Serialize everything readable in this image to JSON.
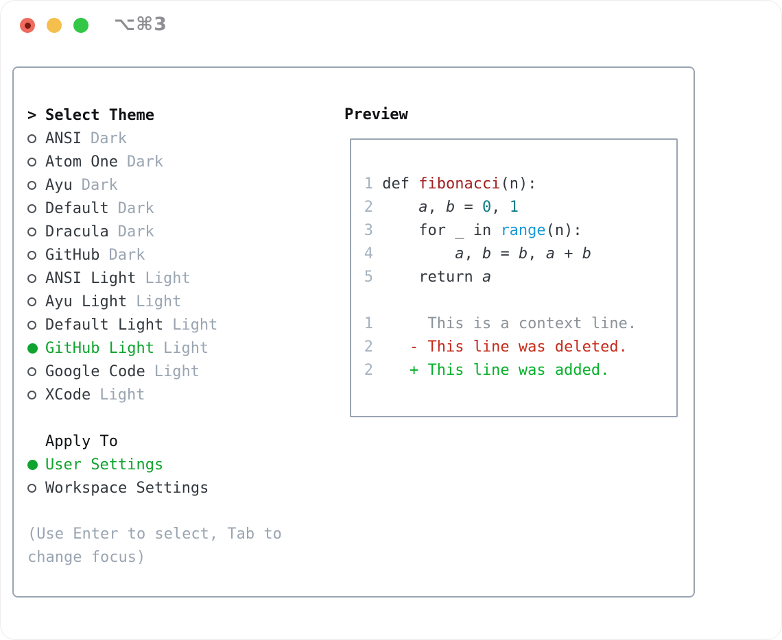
{
  "window": {
    "title": "⌥⌘3"
  },
  "theme_picker": {
    "cursor": ">",
    "heading": "Select Theme",
    "items": [
      {
        "name": "ANSI",
        "variant": "Dark",
        "selected": false
      },
      {
        "name": "Atom One",
        "variant": "Dark",
        "selected": false
      },
      {
        "name": "Ayu",
        "variant": "Dark",
        "selected": false
      },
      {
        "name": "Default",
        "variant": "Dark",
        "selected": false
      },
      {
        "name": "Dracula",
        "variant": "Dark",
        "selected": false
      },
      {
        "name": "GitHub",
        "variant": "Dark",
        "selected": false
      },
      {
        "name": "ANSI Light",
        "variant": "Light",
        "selected": false
      },
      {
        "name": "Ayu Light",
        "variant": "Light",
        "selected": false
      },
      {
        "name": "Default Light",
        "variant": "Light",
        "selected": false
      },
      {
        "name": "GitHub Light",
        "variant": "Light",
        "selected": true
      },
      {
        "name": "Google Code",
        "variant": "Light",
        "selected": false
      },
      {
        "name": "XCode",
        "variant": "Light",
        "selected": false
      }
    ],
    "apply_heading": "Apply To",
    "apply_items": [
      {
        "name": "User Settings",
        "selected": true
      },
      {
        "name": "Workspace Settings",
        "selected": false
      }
    ],
    "hint_lines": [
      "(Use Enter to select, Tab to",
      "change focus)"
    ]
  },
  "preview": {
    "heading": "Preview",
    "code_lines": [
      {
        "num": "1",
        "tokens": [
          {
            "t": " def ",
            "c": "d"
          },
          {
            "t": "fibonacci",
            "c": "fn"
          },
          {
            "t": "(n):",
            "c": "d"
          }
        ]
      },
      {
        "num": "2",
        "tokens": [
          {
            "t": "     ",
            "c": "d"
          },
          {
            "t": "a",
            "c": "v"
          },
          {
            "t": ", ",
            "c": "d"
          },
          {
            "t": "b",
            "c": "v"
          },
          {
            "t": " = ",
            "c": "d"
          },
          {
            "t": "0",
            "c": "n"
          },
          {
            "t": ", ",
            "c": "d"
          },
          {
            "t": "1",
            "c": "n"
          }
        ]
      },
      {
        "num": "3",
        "tokens": [
          {
            "t": "     for _ in ",
            "c": "d"
          },
          {
            "t": "range",
            "c": "bi"
          },
          {
            "t": "(n):",
            "c": "d"
          }
        ]
      },
      {
        "num": "4",
        "tokens": [
          {
            "t": "         ",
            "c": "d"
          },
          {
            "t": "a",
            "c": "v"
          },
          {
            "t": ", ",
            "c": "d"
          },
          {
            "t": "b",
            "c": "v"
          },
          {
            "t": " = ",
            "c": "d"
          },
          {
            "t": "b",
            "c": "v"
          },
          {
            "t": ", ",
            "c": "d"
          },
          {
            "t": "a",
            "c": "v"
          },
          {
            "t": " + ",
            "c": "d"
          },
          {
            "t": "b",
            "c": "v"
          }
        ]
      },
      {
        "num": "5",
        "tokens": [
          {
            "t": "     return ",
            "c": "d"
          },
          {
            "t": "a",
            "c": "v"
          }
        ]
      }
    ],
    "diff_lines": [
      {
        "num": "1",
        "tokens": [
          {
            "t": "      This is a context line.",
            "c": "ctx"
          }
        ]
      },
      {
        "num": "2",
        "tokens": [
          {
            "t": "    - This line was deleted.",
            "c": "del"
          }
        ]
      },
      {
        "num": "2",
        "tokens": [
          {
            "t": "    + This line was added.",
            "c": "add"
          }
        ]
      }
    ]
  },
  "colors": {
    "accent_green": "#10a32f",
    "muted": "#9aa5b2",
    "border": "#9aa4b1",
    "text": "#33383e",
    "heading": "#101214",
    "line_number": "#a4b2c0",
    "syntax_function": "#a32020",
    "syntax_number": "#0f7b85",
    "syntax_builtin": "#1a99d6",
    "diff_context": "#8b9299",
    "diff_deleted": "#c52b1b",
    "diff_added": "#07b02a",
    "traffic_red": "#ee6a5e",
    "traffic_red_dot": "#7a1a10",
    "traffic_yellow": "#f5bf4e",
    "traffic_green": "#33c748",
    "title_gray": "#8f8f93"
  }
}
